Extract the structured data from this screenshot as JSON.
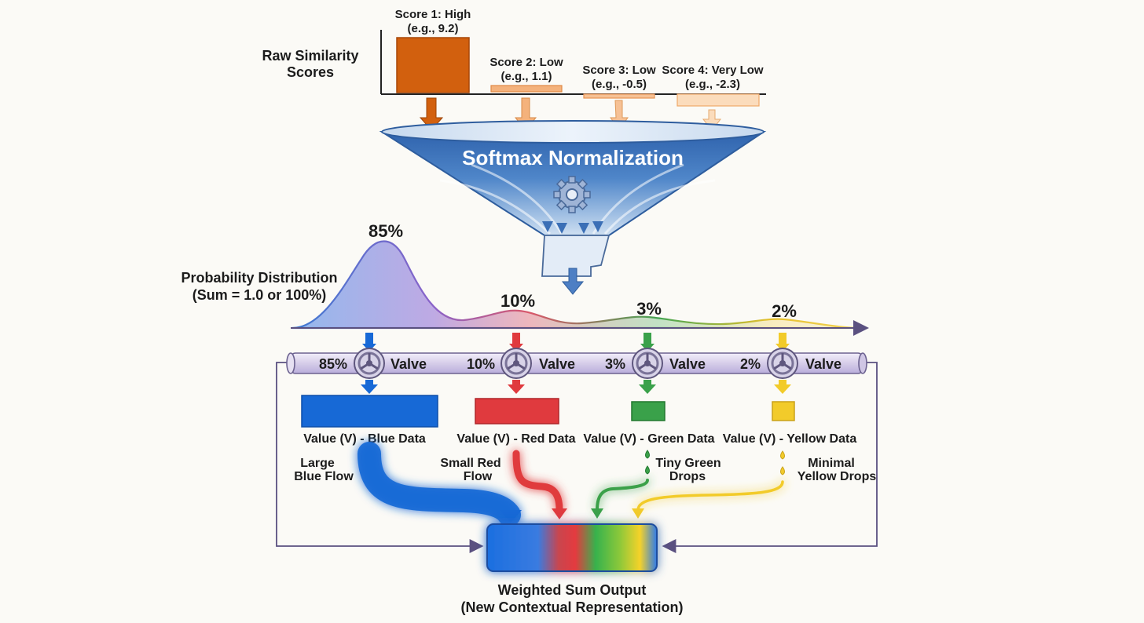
{
  "colors": {
    "orange": "#d2600e",
    "funnel_blue": "#3b6fb6",
    "blue": "#1769d6",
    "red": "#e03a3e",
    "green": "#3aa14a",
    "yellow": "#f2cb2a",
    "pipe": "#d9d2ea",
    "valve": "#7a7398"
  },
  "scores": {
    "axis_label": [
      "Raw Similarity",
      "Scores"
    ],
    "items": [
      {
        "label": "Score 1: High",
        "example": "(e.g., 9.2)",
        "value": 9.2
      },
      {
        "label": "Score 2: Low",
        "example": "(e.g., 1.1)",
        "value": 1.1
      },
      {
        "label": "Score 3: Low",
        "example": "(e.g., -0.5)",
        "value": -0.5
      },
      {
        "label": "Score 4: Very Low",
        "example": "(e.g., -2.3)",
        "value": -2.3
      }
    ]
  },
  "funnel": {
    "title": "Softmax Normalization",
    "icon": "gear-icon"
  },
  "distribution": {
    "label": [
      "Probability Distribution",
      "(Sum = 1.0 or 100%)"
    ],
    "peaks": [
      "85%",
      "10%",
      "3%",
      "2%"
    ],
    "probabilities": [
      0.85,
      0.1,
      0.03,
      0.02
    ]
  },
  "valves": [
    {
      "percent": "85%",
      "label": "Valve"
    },
    {
      "percent": "10%",
      "label": "Valve"
    },
    {
      "percent": "3%",
      "label": "Valve"
    },
    {
      "percent": "2%",
      "label": "Valve"
    }
  ],
  "values": [
    {
      "label": "Value (V) - Blue Data",
      "flow": [
        "Large",
        "Blue Flow"
      ]
    },
    {
      "label": "Value (V) - Red Data",
      "flow": [
        "Small Red",
        "Flow"
      ]
    },
    {
      "label": "Value (V) - Green Data",
      "flow": [
        "Tiny Green",
        "Drops"
      ]
    },
    {
      "label": "Value (V) - Yellow Data",
      "flow": [
        "Minimal",
        "Yellow Drops"
      ]
    }
  ],
  "output": {
    "title": "Weighted Sum Output",
    "subtitle": "(New Contextual Representation)"
  }
}
